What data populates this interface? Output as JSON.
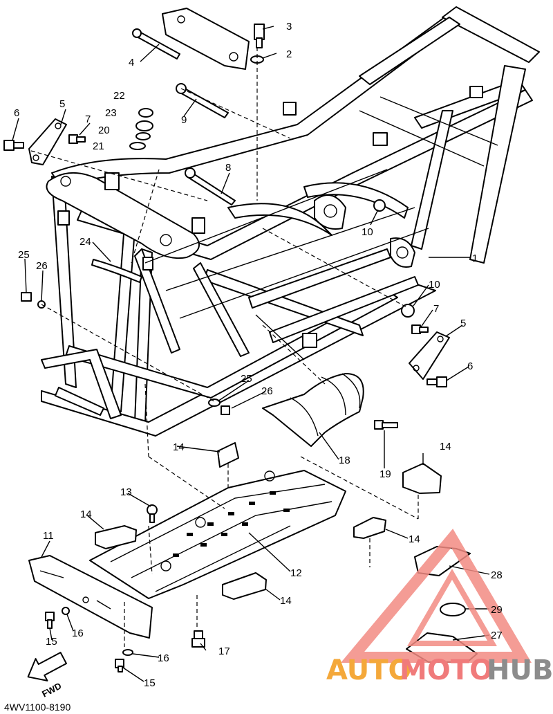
{
  "diagram": {
    "drawing_code": "4WV1100-8190",
    "fwd_label": "FWD",
    "callouts": [
      {
        "id": "c1",
        "text": "1"
      },
      {
        "id": "c2",
        "text": "2"
      },
      {
        "id": "c3",
        "text": "3"
      },
      {
        "id": "c4",
        "text": "4"
      },
      {
        "id": "c5a",
        "text": "5"
      },
      {
        "id": "c5b",
        "text": "5"
      },
      {
        "id": "c6a",
        "text": "6"
      },
      {
        "id": "c6b",
        "text": "6"
      },
      {
        "id": "c7a",
        "text": "7"
      },
      {
        "id": "c7b",
        "text": "7"
      },
      {
        "id": "c8",
        "text": "8"
      },
      {
        "id": "c9",
        "text": "9"
      },
      {
        "id": "c10a",
        "text": "10"
      },
      {
        "id": "c10b",
        "text": "10"
      },
      {
        "id": "c11",
        "text": "11"
      },
      {
        "id": "c12",
        "text": "12"
      },
      {
        "id": "c13",
        "text": "13"
      },
      {
        "id": "c14a",
        "text": "14"
      },
      {
        "id": "c14b",
        "text": "14"
      },
      {
        "id": "c14c",
        "text": "14"
      },
      {
        "id": "c14d",
        "text": "14"
      },
      {
        "id": "c14e",
        "text": "14"
      },
      {
        "id": "c15a",
        "text": "15"
      },
      {
        "id": "c15b",
        "text": "15"
      },
      {
        "id": "c16a",
        "text": "16"
      },
      {
        "id": "c16b",
        "text": "16"
      },
      {
        "id": "c17",
        "text": "17"
      },
      {
        "id": "c18",
        "text": "18"
      },
      {
        "id": "c19",
        "text": "19"
      },
      {
        "id": "c20",
        "text": "20"
      },
      {
        "id": "c21",
        "text": "21"
      },
      {
        "id": "c22",
        "text": "22"
      },
      {
        "id": "c23",
        "text": "23"
      },
      {
        "id": "c24",
        "text": "24"
      },
      {
        "id": "c25a",
        "text": "25"
      },
      {
        "id": "c25b",
        "text": "25"
      },
      {
        "id": "c26a",
        "text": "26"
      },
      {
        "id": "c26b",
        "text": "26"
      },
      {
        "id": "c27",
        "text": "27"
      },
      {
        "id": "c28",
        "text": "28"
      },
      {
        "id": "c29",
        "text": "29"
      }
    ]
  },
  "watermark": {
    "auto": "AUTO",
    "moto": "MOTO",
    "hub": "HUB",
    "colors": {
      "triangle": "#f28b82",
      "auto": "#f4a83a",
      "moto": "#f07b7b",
      "hub": "#8c8c8c"
    }
  }
}
